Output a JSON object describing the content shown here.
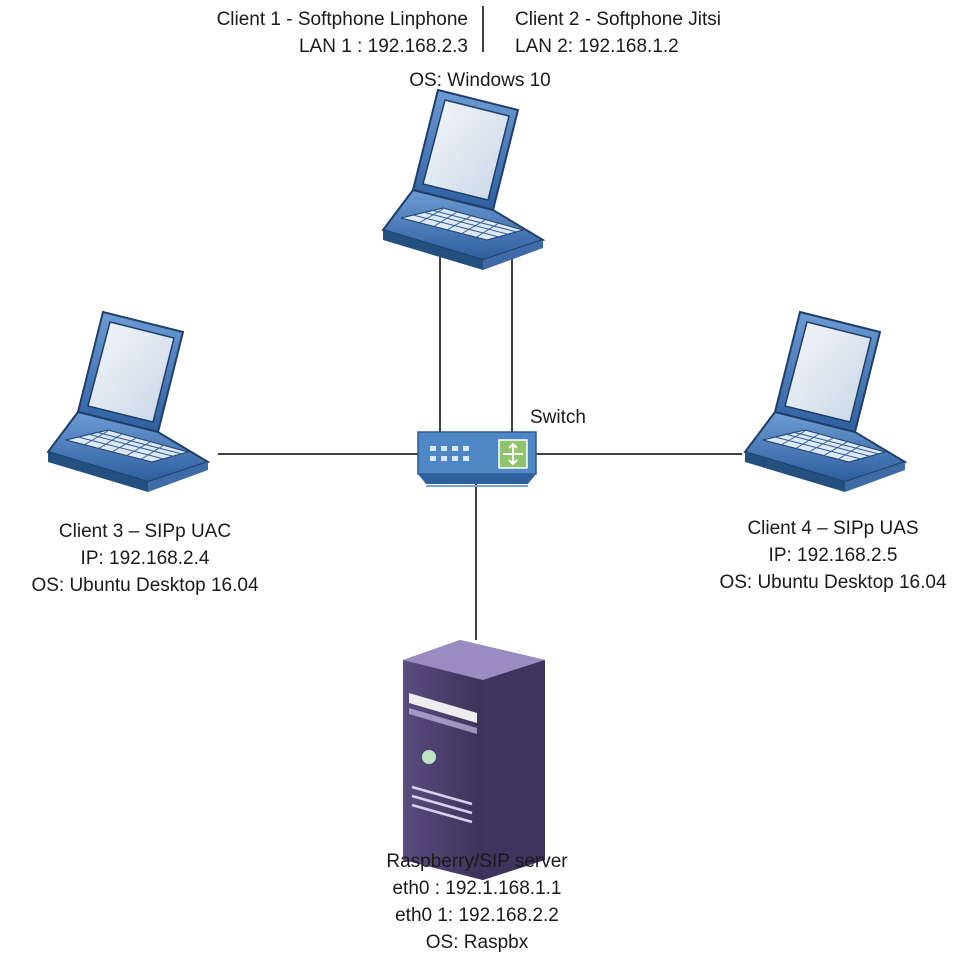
{
  "client1": {
    "title": "Client 1 - Softphone Linphone",
    "lan": "LAN 1 : 192.168.2.3"
  },
  "client2": {
    "title": "Client 2 - Softphone Jitsi",
    "lan": "LAN 2: 192.168.1.2"
  },
  "client12_os": "OS: Windows 10",
  "switch_label": "Switch",
  "client3": {
    "title": "Client 3 – SIPp UAC",
    "ip": "IP: 192.168.2.4",
    "os": "OS: Ubuntu Desktop 16.04"
  },
  "client4": {
    "title": "Client 4 – SIPp UAS",
    "ip": "IP: 192.168.2.5",
    "os": "OS: Ubuntu Desktop 16.04"
  },
  "server": {
    "title": "Raspberry/SIP server",
    "eth0": "eth0 : 192.1.168.1.1",
    "eth0_1": "eth0 1: 192.168.2.2",
    "os": "OS: Raspbx"
  },
  "colors": {
    "laptop_body": "#4a78b8",
    "switch_body": "#4f86c6",
    "switch_accent": "#8fc46a",
    "server_body": "#6a5a8e"
  }
}
